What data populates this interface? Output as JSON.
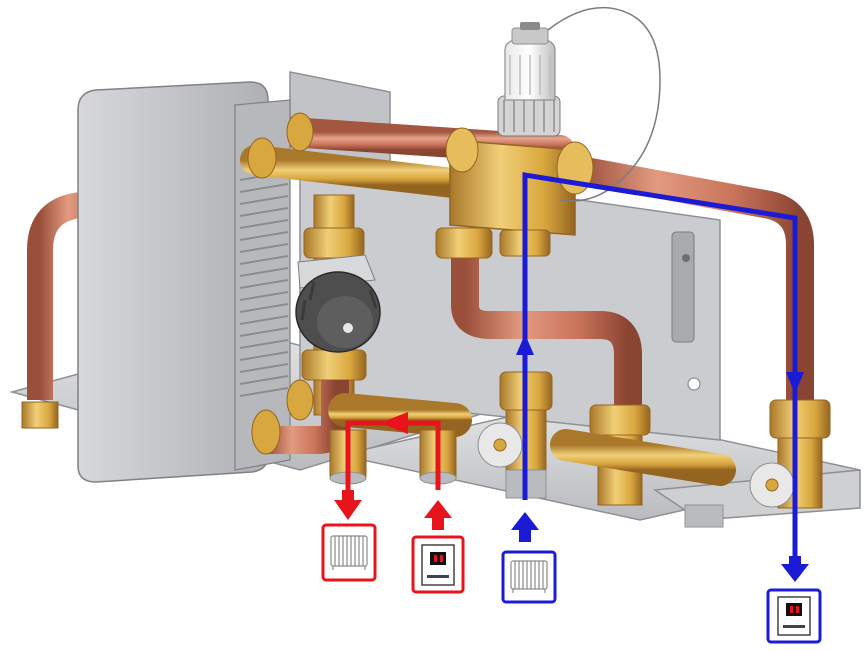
{
  "colors": {
    "background": "#ffffff",
    "primary_circuit": "#e8141c",
    "secondary_circuit": "#1b1bd6",
    "copper": "#c9735a",
    "copper_dark": "#9a4f3a",
    "brass": "#d9a73f",
    "brass_dark": "#a9782a",
    "steel_plate": "#d5d6d8",
    "steel_edge": "#8e9093",
    "exchanger": "#c6c7ca",
    "valve_knob": "#4a4a4a"
  },
  "icons": {
    "primary_supply": "radiator-icon",
    "primary_return": "boiler-icon",
    "secondary_return": "radiator-icon",
    "secondary_supply": "boiler-icon"
  },
  "components": [
    "plate-heat-exchanger",
    "mounting-plate",
    "three-way-mixing-valve",
    "thermostatic-actuator",
    "shutoff-valve",
    "primary-supply-connection",
    "primary-return-connection",
    "secondary-return-connection",
    "secondary-supply-connection"
  ],
  "flows": [
    {
      "circuit": "primary",
      "direction": "leftward",
      "color": "#e8141c"
    },
    {
      "circuit": "secondary",
      "direction": "clockwise",
      "color": "#1b1bd6"
    }
  ]
}
